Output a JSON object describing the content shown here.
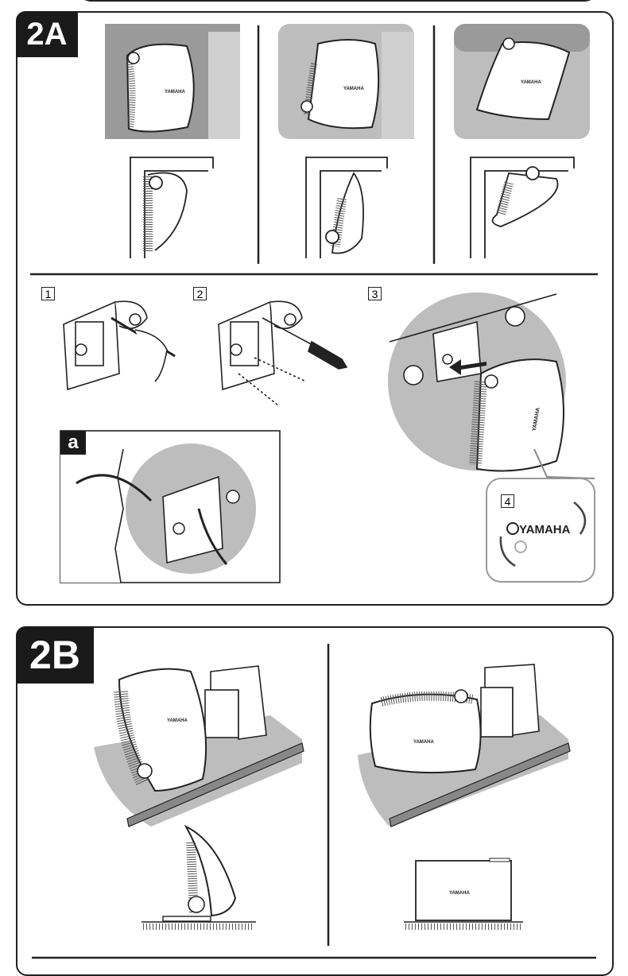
{
  "section_2a": {
    "label": "2A",
    "steps": [
      "1",
      "2",
      "3",
      "4"
    ],
    "inset_label": "a",
    "brand_text": "YAMAHA"
  },
  "section_2b": {
    "label": "2B",
    "brand_text": "YAMAHA"
  },
  "colors": {
    "label_bg": "#1a1a1a",
    "shade": "#bdbdbd",
    "line": "#222222"
  }
}
